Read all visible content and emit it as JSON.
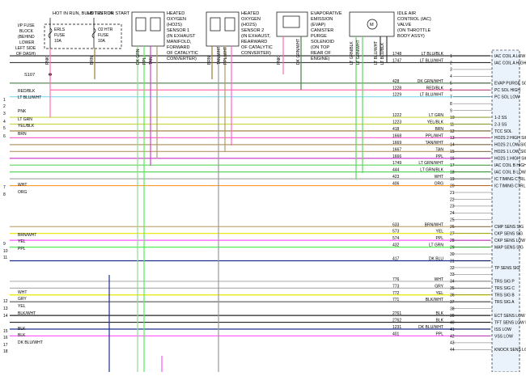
{
  "fuse_block": {
    "label_left": "HOT IN RUN, BULB TEST OR START",
    "label_right": "HOT IN RUN",
    "block_text": [
      "I/P FUSE",
      "BLOCK",
      "(BEHIND",
      "LOWER",
      "LEFT SIDE",
      "OF DASH)"
    ],
    "fuse1": [
      "ERLS",
      "FUSE",
      "10A"
    ],
    "fuse2": [
      "O2 HTR",
      "FUSE",
      "10A"
    ]
  },
  "components": {
    "ho2s1": [
      "HEATED",
      "OXYGEN",
      "(HO2S)",
      "SENSOR 1",
      "(IN EXHAUST",
      "MANIFOLD,",
      "FORWARD",
      "OF CATALYTIC",
      "CONVERTER)"
    ],
    "ho2s2": [
      "HEATED",
      "OXYGEN",
      "(HO2S)",
      "SENSOR 2",
      "(IN EXHAUST,",
      "REARWARD",
      "OF CATALYTIC",
      "CONVERTER)"
    ],
    "evap": [
      "EVAPORATIVE",
      "EMISSION",
      "(EVAP)",
      "CANISTER",
      "PURGE",
      "SOLENOID",
      "(ON TOP",
      "REAR OF",
      "ENGINE)"
    ],
    "iac": [
      "IDLE AIR",
      "CONTROL (IAC)",
      "VALVE",
      "(ON THROTTLE",
      "BODY ASSY)"
    ]
  },
  "splice": "S107",
  "left_numbers": [
    "1",
    "2",
    "3",
    "4",
    "5",
    "6",
    "7",
    "8",
    "9",
    "10",
    "11",
    "12",
    "13",
    "14",
    "15",
    "16",
    "17",
    "18"
  ],
  "top_wire_labels": [
    "PNK",
    "BRN",
    "DK GRN",
    "PPL",
    "TAN",
    "BRN",
    "TAN/WHT",
    "PPL/WHT",
    "PNK",
    "DK GRN/WHT",
    "LT GRN/BLK",
    "LT GRN/WHT",
    "LT BLU/WHT",
    "LT BLU/BLK"
  ],
  "pcm_rows": [
    {
      "pin": "1",
      "circuit": "1748",
      "color": "LT BLU/BLK",
      "func": "IAC COIL A LOW"
    },
    {
      "pin": "2",
      "circuit": "1747",
      "color": "LT BLU/WHT",
      "func": "IAC COIL A HIGH"
    },
    {
      "pin": "3",
      "circuit": "",
      "color": "",
      "func": ""
    },
    {
      "pin": "4",
      "circuit": "",
      "color": "",
      "func": ""
    },
    {
      "pin": "5",
      "circuit": "428",
      "color": "DK GRN/WHT",
      "func": "EVAP PURGE SOL"
    },
    {
      "pin": "6",
      "circuit": "1228",
      "color": "RED/BLK",
      "func": "PC SOL HIGH"
    },
    {
      "pin": "7",
      "circuit": "1229",
      "color": "LT BLU/WHT",
      "func": "PC SOL LOW"
    },
    {
      "pin": "8",
      "circuit": "",
      "color": "",
      "func": ""
    },
    {
      "pin": "9",
      "circuit": "",
      "color": "",
      "func": ""
    },
    {
      "pin": "10",
      "circuit": "1222",
      "color": "LT GRN",
      "func": "1-2 SS"
    },
    {
      "pin": "11",
      "circuit": "1223",
      "color": "YEL/BLK",
      "func": "2-3 SS"
    },
    {
      "pin": "12",
      "circuit": "418",
      "color": "BRN",
      "func": "TCC SOL"
    },
    {
      "pin": "13",
      "circuit": "1668",
      "color": "PPL/WHT",
      "func": "HO2S 2 HIGH SIG"
    },
    {
      "pin": "14",
      "circuit": "1669",
      "color": "TAN/WHT",
      "func": "HO2S 2 LOW SIG"
    },
    {
      "pin": "15",
      "circuit": "1667",
      "color": "TAN",
      "func": "HO2S 1 LOW SIG"
    },
    {
      "pin": "16",
      "circuit": "1666",
      "color": "PPL",
      "func": "HO2S 1 HIGH SIG"
    },
    {
      "pin": "17",
      "circuit": "1749",
      "color": "LT GRN/WHT",
      "func": "IAC COIL B HIGH"
    },
    {
      "pin": "18",
      "circuit": "444",
      "color": "LT GRN/BLK",
      "func": "IAC COIL B LOW"
    },
    {
      "pin": "19",
      "circuit": "423",
      "color": "WHT",
      "func": "IC TIMING CTRL"
    },
    {
      "pin": "20",
      "circuit": "406",
      "color": "ORG",
      "func": "IC TIMING CTRL"
    },
    {
      "pin": "21",
      "circuit": "",
      "color": "",
      "func": ""
    },
    {
      "pin": "22",
      "circuit": "",
      "color": "",
      "func": ""
    },
    {
      "pin": "23",
      "circuit": "",
      "color": "",
      "func": ""
    },
    {
      "pin": "24",
      "circuit": "",
      "color": "",
      "func": ""
    },
    {
      "pin": "25",
      "circuit": "",
      "color": "",
      "func": ""
    },
    {
      "pin": "26",
      "circuit": "633",
      "color": "BRN/WHT",
      "func": "CMP SENS SIG"
    },
    {
      "pin": "27",
      "circuit": "573",
      "color": "YEL",
      "func": "CKP SENS SIG"
    },
    {
      "pin": "28",
      "circuit": "574",
      "color": "PPL",
      "func": "CKP SENS LOW REF"
    },
    {
      "pin": "29",
      "circuit": "432",
      "color": "LT GRN",
      "func": "MAP SENS SIG"
    },
    {
      "pin": "30",
      "circuit": "",
      "color": "",
      "func": ""
    },
    {
      "pin": "31",
      "circuit": "417",
      "color": "DK BLU",
      "func": ""
    },
    {
      "pin": "32",
      "circuit": "",
      "color": "",
      "func": "TP SENS SIG"
    },
    {
      "pin": "33",
      "circuit": "",
      "color": "",
      "func": ""
    },
    {
      "pin": "34",
      "circuit": "776",
      "color": "WHT",
      "func": "TRS SIG P"
    },
    {
      "pin": "35",
      "circuit": "773",
      "color": "GRY",
      "func": "TRS SIG C"
    },
    {
      "pin": "36",
      "circuit": "772",
      "color": "YEL",
      "func": "TRS SIG B"
    },
    {
      "pin": "37",
      "circuit": "771",
      "color": "BLK/WHT",
      "func": "TRS SIG A"
    },
    {
      "pin": "38",
      "circuit": "",
      "color": "",
      "func": ""
    },
    {
      "pin": "39",
      "circuit": "2761",
      "color": "BLK",
      "func": "ECT SENS LOW REF"
    },
    {
      "pin": "40",
      "circuit": "2762",
      "color": "BLK",
      "func": "TFT SENS LOW REF"
    },
    {
      "pin": "41",
      "circuit": "1231",
      "color": "DK BLU/WHT",
      "func": "ISS LOW"
    },
    {
      "pin": "42",
      "circuit": "401",
      "color": "PPL",
      "func": "VSS LOW"
    },
    {
      "pin": "43",
      "circuit": "",
      "color": "",
      "func": ""
    },
    {
      "pin": "44",
      "circuit": "",
      "color": "",
      "func": "KNOCK SENS LOW REF"
    }
  ],
  "left_rows": [
    {
      "num": "",
      "label": "RED/BLK"
    },
    {
      "num": "1",
      "label": "LT BLU/WHT"
    },
    {
      "num": "2",
      "label": ""
    },
    {
      "num": "3",
      "label": "PNK"
    },
    {
      "num": "4",
      "label": "LT GRN"
    },
    {
      "num": "5",
      "label": "YEL/BLK"
    },
    {
      "num": "6",
      "label": "BRN"
    },
    {
      "num": "7",
      "label": "WHT"
    },
    {
      "num": "8",
      "label": "ORG"
    },
    {
      "num": "",
      "label": "BRN/WHT"
    },
    {
      "num": "9",
      "label": "YEL"
    },
    {
      "num": "10",
      "label": "PPL"
    },
    {
      "num": "11",
      "label": ""
    },
    {
      "num": "",
      "label": "WHT"
    },
    {
      "num": "12",
      "label": "GRY"
    },
    {
      "num": "13",
      "label": "YEL"
    },
    {
      "num": "14",
      "label": "BLK/WHT"
    },
    {
      "num": "15",
      "label": "BLK"
    },
    {
      "num": "16",
      "label": "BLK"
    },
    {
      "num": "17",
      "label": "DK BLU/WHT"
    },
    {
      "num": "18",
      "label": ""
    }
  ]
}
